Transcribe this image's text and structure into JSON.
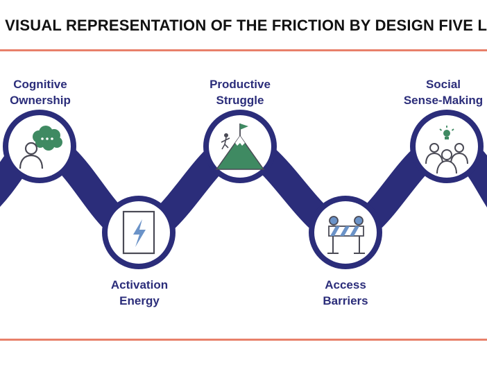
{
  "title": "E VISUAL REPRESENTATION OF THE FRICTION BY DESIGN FIVE LI",
  "colors": {
    "navy": "#2b2d7a",
    "coral": "#e8806a",
    "green": "#3f8a62",
    "steel": "#6b93c8",
    "icon_gray": "#4a4a55"
  },
  "stages": [
    {
      "line1": "Cognitive",
      "line2": "Ownership",
      "icon": "person-thought-bubble-icon"
    },
    {
      "line1": "Activation",
      "line2": "Energy",
      "icon": "lightning-bolt-icon"
    },
    {
      "line1": "Productive",
      "line2": "Struggle",
      "icon": "mountain-climber-icon"
    },
    {
      "line1": "Access",
      "line2": "Barriers",
      "icon": "road-barrier-icon"
    },
    {
      "line1": "Social",
      "line2": "Sense-Making",
      "icon": "group-lightbulb-icon"
    }
  ]
}
